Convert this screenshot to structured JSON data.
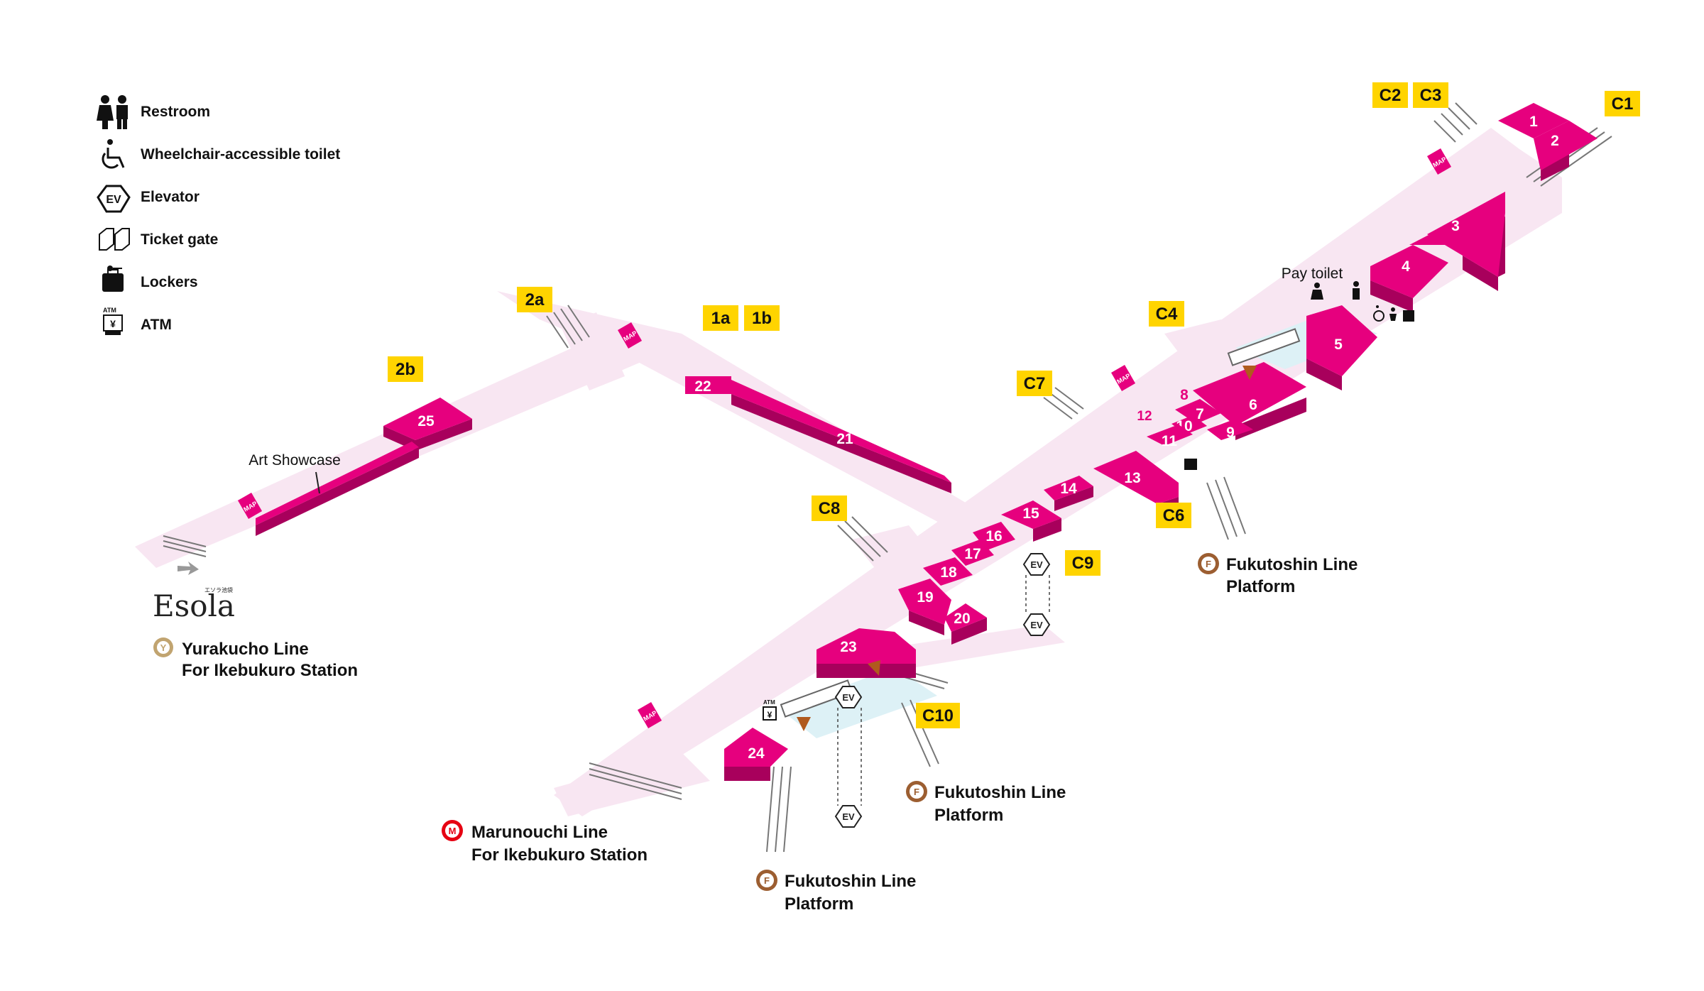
{
  "legend": {
    "restroom": "Restroom",
    "wheelchair_toilet": "Wheelchair-accessible toilet",
    "elevator": "Elevator",
    "ticket_gate": "Ticket gate",
    "lockers": "Lockers",
    "atm": "ATM",
    "elevator_icon_text": "EV",
    "atm_icon_text": "ATM",
    "atm_icon_symbol": "¥"
  },
  "exits": {
    "c1": "C1",
    "c2": "C2",
    "c3": "C3",
    "c4": "C4",
    "c6": "C6",
    "c7": "C7",
    "c8": "C8",
    "c9": "C9",
    "c10": "C10",
    "e2a": "2a",
    "e2b": "2b",
    "e1a": "1a",
    "e1b": "1b"
  },
  "shops": {
    "s1": "1",
    "s2": "2",
    "s3": "3",
    "s4": "4",
    "s5": "5",
    "s6": "6",
    "s7": "7",
    "s8": "8",
    "s9": "9",
    "s10": "10",
    "s11": "11",
    "s12": "12",
    "s13": "13",
    "s14": "14",
    "s15": "15",
    "s16": "16",
    "s17": "17",
    "s18": "18",
    "s19": "19",
    "s20": "20",
    "s21": "21",
    "s22": "22",
    "s23": "23",
    "s24": "24",
    "s25": "25"
  },
  "labels": {
    "pay_toilet": "Pay toilet",
    "art_showcase": "Art Showcase",
    "map_sign": "MAP",
    "ev": "EV",
    "esola_brand": "Esola",
    "esola_small": "エソラ池袋"
  },
  "lines": {
    "yurakucho_letter": "Y",
    "yurakucho_name": "Yurakucho Line",
    "yurakucho_dest": "For Ikebukuro Station",
    "marunouchi_letter": "M",
    "marunouchi_name": "Marunouchi Line",
    "marunouchi_dest": "For Ikebukuro Station",
    "fukutoshin_letter": "F",
    "fukutoshin_name": "Fukutoshin Line",
    "fukutoshin_platform": "Platform"
  },
  "colors": {
    "shop": "#E6007E",
    "floor": "#F8E6F2",
    "exit_tag": "#FFD400",
    "yurakucho": "#C1A470",
    "marunouchi": "#E60012",
    "fukutoshin": "#9C5E31"
  }
}
